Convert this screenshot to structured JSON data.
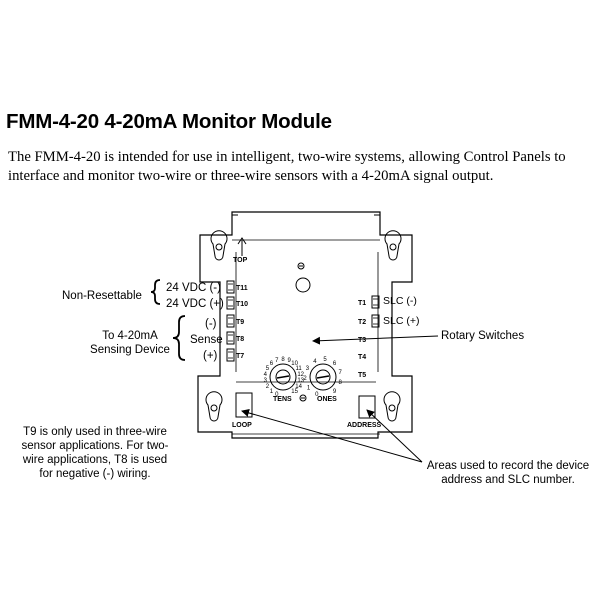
{
  "title": "FMM-4-20 4-20mA Monitor Module",
  "intro": {
    "line1": "The FMM-4-20 is intended for use in intelligent, two-wire systems, allowing Control Panels to",
    "line2": "interface and monitor two-wire or three-wire sensors with a 4-20mA signal output."
  },
  "left_labels": {
    "non_resettable": "Non-Resettable",
    "vdc_neg": "24 VDC (-)",
    "vdc_pos": "24 VDC (+)",
    "sensing_line1": "To 4-20mA",
    "sensing_line2": "Sensing Device",
    "neg": "(-)",
    "sense": "Sense",
    "pos": "(+)"
  },
  "right_labels": {
    "slc_neg": "SLC (-)",
    "slc_pos": "SLC (+)",
    "rotary_switches": "Rotary Switches"
  },
  "terminals": {
    "left": [
      "T11",
      "T10",
      "T9",
      "T8",
      "T7"
    ],
    "right": [
      "T1",
      "T2",
      "T3",
      "T4",
      "T5"
    ]
  },
  "module_labels": {
    "top": "TOP",
    "tens": "TENS",
    "ones": "ONES",
    "loop": "LOOP",
    "address": "ADDRESS"
  },
  "tens_dial_digits": [
    "0",
    "1",
    "2",
    "3",
    "4",
    "5",
    "6",
    "7",
    "8",
    "9",
    "10",
    "11",
    "12",
    "13",
    "14",
    "15"
  ],
  "ones_dial_digits": [
    "0",
    "1",
    "2",
    "3",
    "4",
    "5",
    "6",
    "7",
    "8",
    "9"
  ],
  "notes": {
    "t9_line1": "T9 is only used in three-wire",
    "t9_line2": "sensor applications. For two-",
    "t9_line3": "wire applications, T8 is used",
    "t9_line4": "for negative (-) wiring.",
    "areas_line1": "Areas used to record the device",
    "areas_line2": "address and SLC number."
  }
}
